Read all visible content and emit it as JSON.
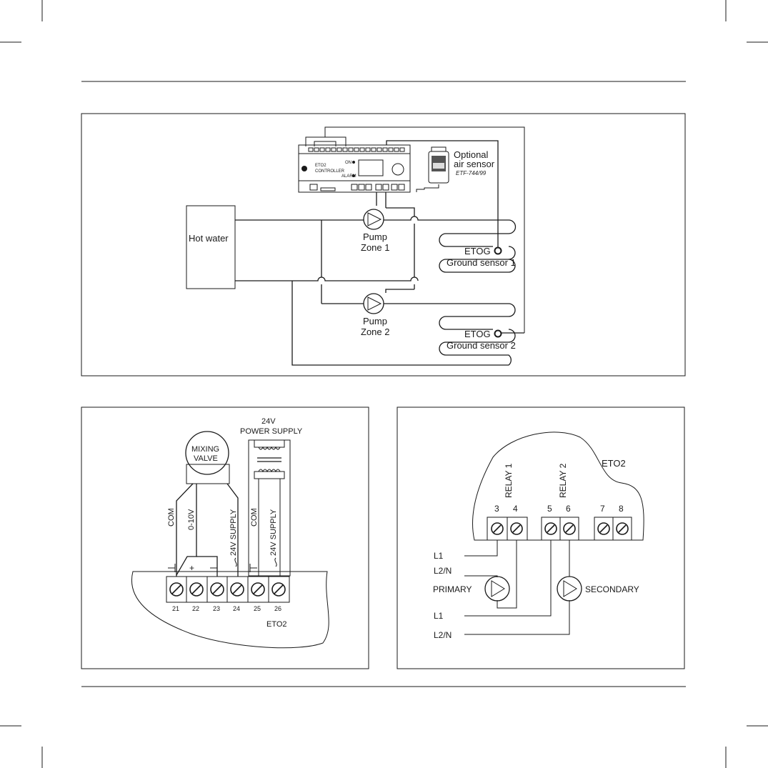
{
  "top_diagram": {
    "controller_line1": "ETO2",
    "controller_line2": "CONTROLLER",
    "led_on": "ON",
    "led_alarm": "ALARM",
    "optional_line1": "Optional",
    "optional_line2": "air sensor",
    "air_sensor_model": "ETF-744/99",
    "hot_water": "Hot water",
    "pump1_line1": "Pump",
    "pump1_line2": "Zone 1",
    "pump2_line1": "Pump",
    "pump2_line2": "Zone 2",
    "etog1": "ETOG",
    "ground1": "Ground sensor 1",
    "etog2": "ETOG",
    "ground2": "Ground sensor 2"
  },
  "mixing_diagram": {
    "supply_line1": "24V",
    "supply_line2": "POWER SUPPLY",
    "valve_line1": "MIXING",
    "valve_line2": "VALVE",
    "wire_labels": [
      "COM",
      "0-10V",
      "24V SUPPLY",
      "COM",
      "24V SUPPLY"
    ],
    "symbol_plus": "+",
    "terminal_numbers": [
      "21",
      "22",
      "23",
      "24",
      "25",
      "26"
    ],
    "controller": "ETO2"
  },
  "relay_diagram": {
    "relay1": "RELAY 1",
    "relay2": "RELAY 2",
    "controller": "ETO2",
    "terminal_numbers": [
      "3",
      "4",
      "5",
      "6",
      "7",
      "8"
    ],
    "primary_l1": "L1",
    "primary_l2n": "L2/N",
    "primary": "PRIMARY",
    "secondary_l1": "L1",
    "secondary_l2n": "L2/N",
    "secondary": "SECONDARY"
  }
}
